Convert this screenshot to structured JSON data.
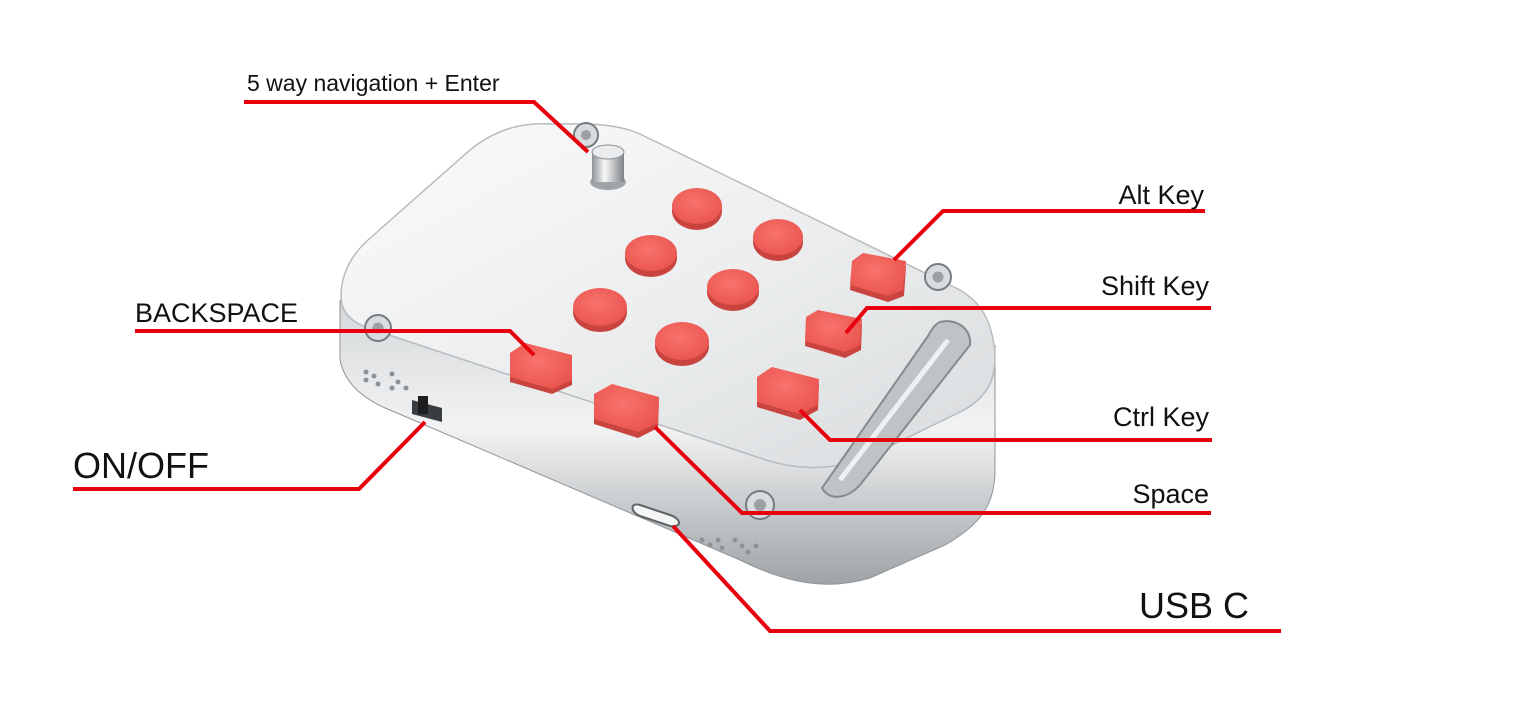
{
  "diagram": {
    "labels": {
      "nav": "5 way navigation + Enter",
      "backspace": "BACKSPACE",
      "onoff": "ON/OFF",
      "alt": "Alt Key",
      "shift": "Shift Key",
      "ctrl": "Ctrl Key",
      "space": "Space",
      "usb": "USB C"
    },
    "colors": {
      "leader_line": "#e8000d",
      "key": "#f0625c",
      "body": "#cfd3d6",
      "label_text": "#111111"
    },
    "device": {
      "round_keys": 6,
      "square_keys": 5,
      "joystick": "5-way navigation stick",
      "icons": [
        "screw-icon",
        "braille-dots-icon",
        "switch-icon",
        "usb-c-port-icon"
      ]
    }
  }
}
